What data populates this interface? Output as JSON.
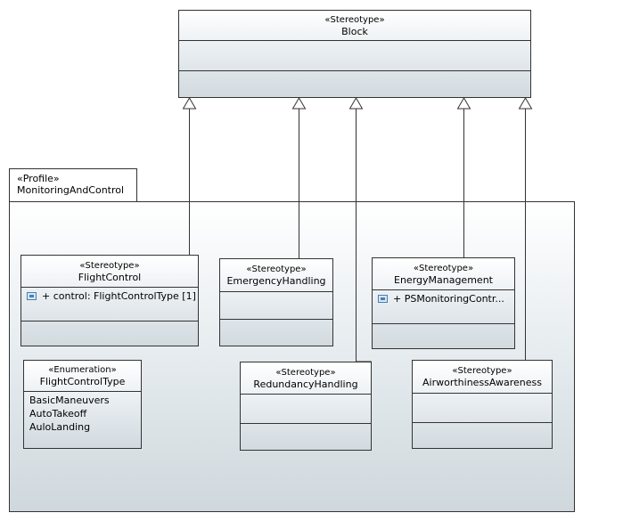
{
  "block": {
    "stereotype": "«Stereotype»",
    "name": "Block"
  },
  "profile": {
    "stereotype": "«Profile»",
    "name": "MonitoringAndControl"
  },
  "flight_control": {
    "stereotype": "«Stereotype»",
    "name": "FlightControl",
    "attribute": "+ control: FlightControlType [1]"
  },
  "emergency_handling": {
    "stereotype": "«Stereotype»",
    "name": "EmergencyHandling"
  },
  "energy_management": {
    "stereotype": "«Stereotype»",
    "name": "EnergyManagement",
    "attribute": "+ PSMonitoringContr..."
  },
  "flight_control_type": {
    "stereotype": "«Enumeration»",
    "name": "FlightControlType",
    "literals": [
      "BasicManeuvers",
      "AutoTakeoff",
      "AuloLanding"
    ]
  },
  "redundancy_handling": {
    "stereotype": "«Stereotype»",
    "name": "RedundancyHandling"
  },
  "airworthiness_awareness": {
    "stereotype": "«Stereotype»",
    "name": "AirworthinessAwareness"
  }
}
